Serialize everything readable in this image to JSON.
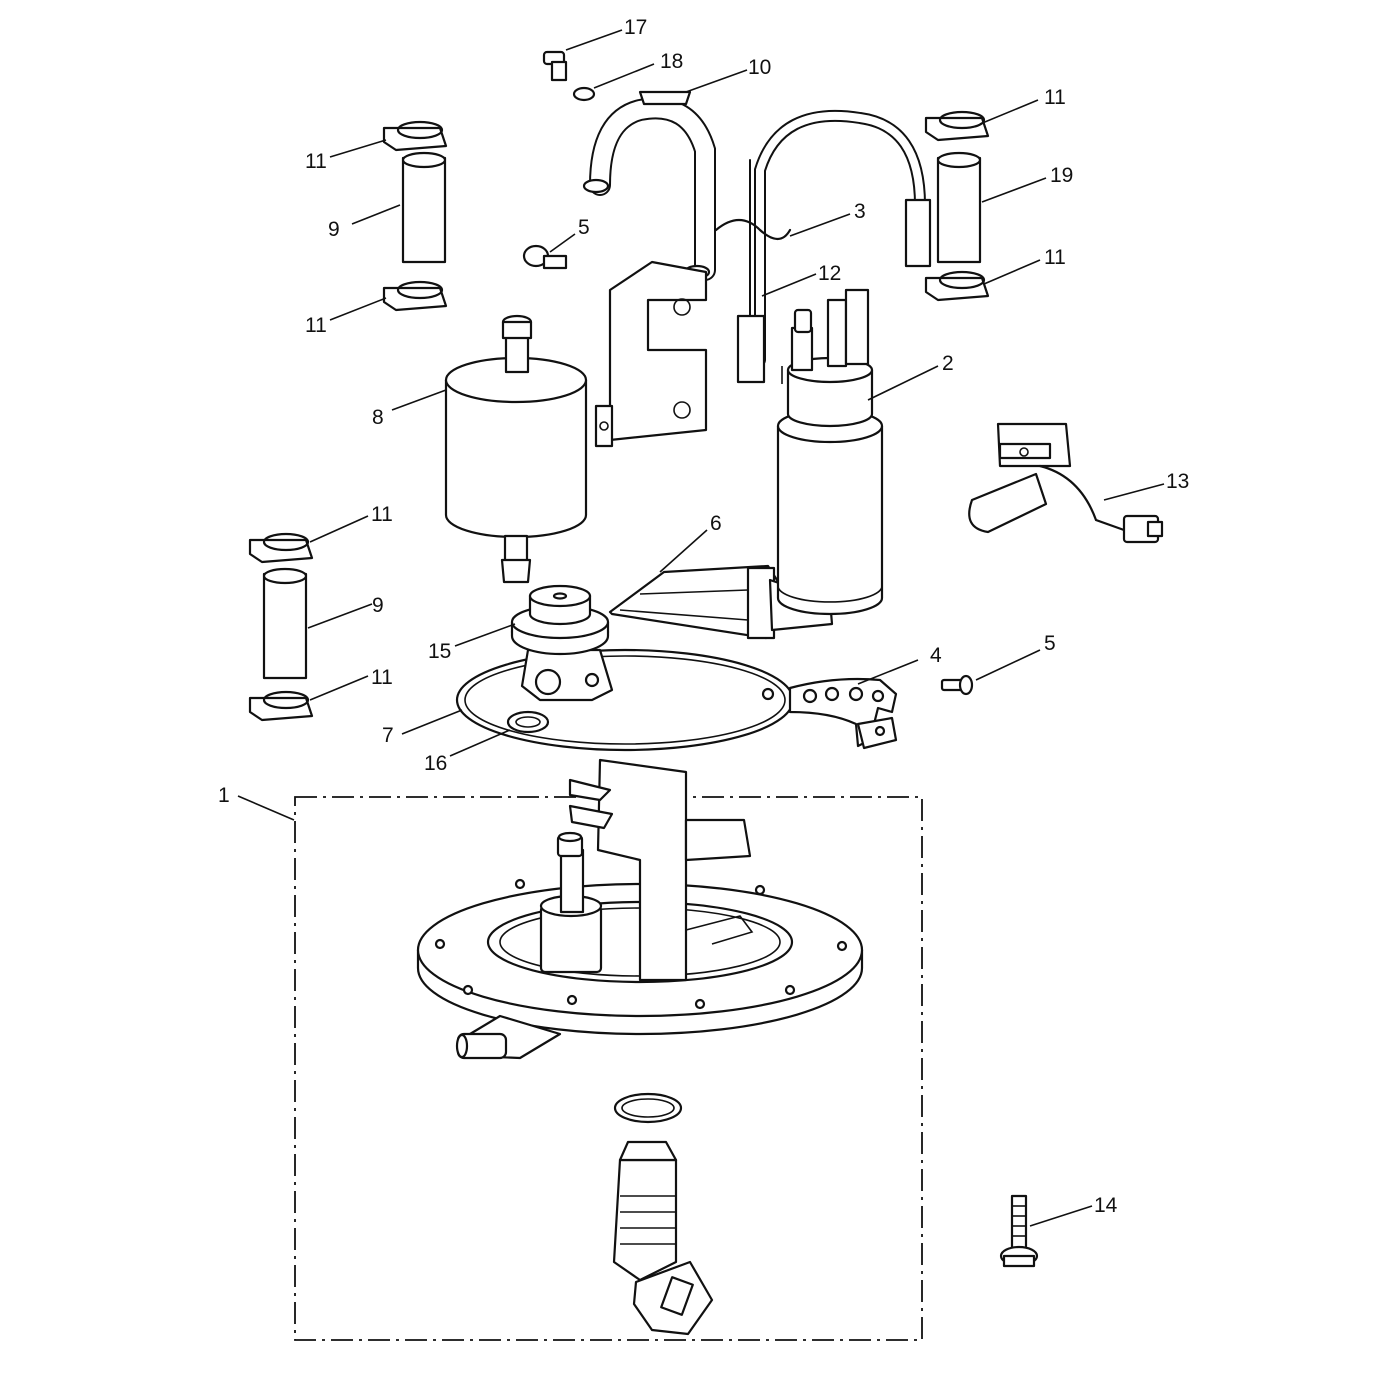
{
  "callouts": {
    "c1": "1",
    "c2": "2",
    "c3": "3",
    "c4": "4",
    "c5a": "5",
    "c5b": "5",
    "c6": "6",
    "c7": "7",
    "c8": "8",
    "c9a": "9",
    "c9b": "9",
    "c10": "10",
    "c11a": "11",
    "c11b": "11",
    "c11c": "11",
    "c11d": "11",
    "c11e": "11",
    "c11f": "11",
    "c12": "12",
    "c13": "13",
    "c14": "14",
    "c15": "15",
    "c16": "16",
    "c17": "17",
    "c18": "18",
    "c19": "19"
  },
  "colors": {
    "line": "#111111",
    "background": "#ffffff"
  }
}
